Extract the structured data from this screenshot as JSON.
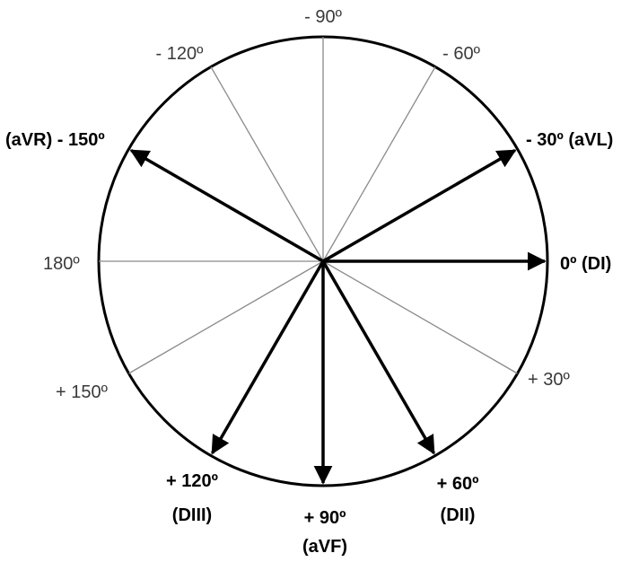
{
  "diagram": {
    "center_axis": {
      "degrees": 0
    },
    "thin_lines": [
      {
        "angle": -90
      },
      {
        "angle": -60
      },
      {
        "angle": -120
      },
      {
        "angle": 180
      },
      {
        "angle": 30
      },
      {
        "angle": 150
      }
    ],
    "leads": [
      {
        "angle": -150
      },
      {
        "angle": -30
      },
      {
        "angle": 0
      },
      {
        "angle": 60
      },
      {
        "angle": 90
      },
      {
        "angle": 120
      }
    ],
    "labels": {
      "neg90": "- 90º",
      "neg120": "- 120º",
      "neg60": "- 60º",
      "avr": "(aVR) - 150º",
      "avl": "- 30º (aVL)",
      "deg180": "180º",
      "di": "0º (DI)",
      "pos150": "+ 150º",
      "pos30": "+ 30º",
      "pos120": "+ 120º",
      "diii": "(DIII)",
      "pos90": "+ 90º",
      "avf": "(aVF)",
      "pos60": "+ 60º",
      "dii": "(DII)"
    }
  }
}
